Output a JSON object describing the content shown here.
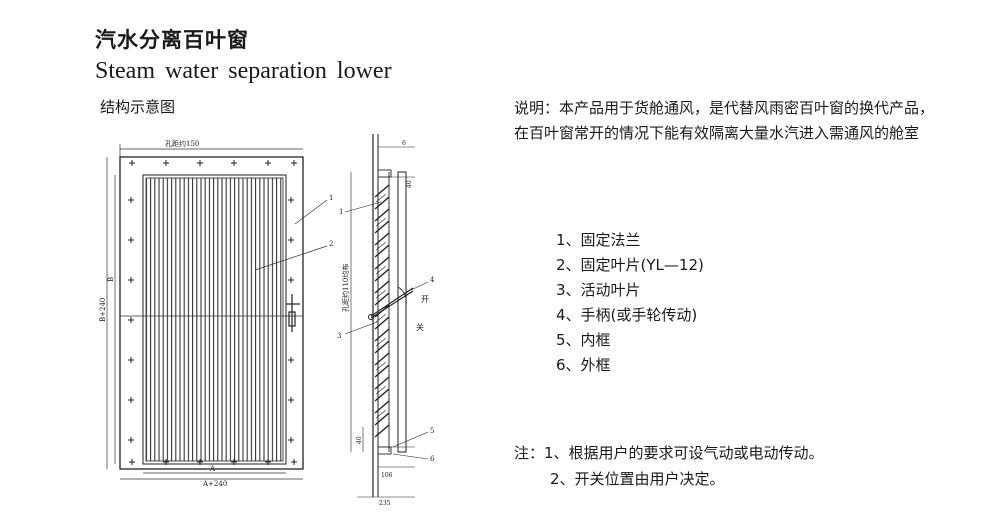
{
  "title_cn": "汽水分离百叶窗",
  "title_en": "Steam water separation lower",
  "subtitle": "结构示意图",
  "description": "说明：本产品用于货舱通风，是代替风雨密百叶窗的换代产品，在百叶窗常开的情况下能有效隔离大量水汽进入需通风的舱室",
  "parts": [
    "1、固定法兰",
    "2、固定叶片(YL—12)",
    "3、活动叶片",
    "4、手柄(或手轮传动)",
    "5、内框",
    "6、外框"
  ],
  "notes": {
    "line1": "注：1、根据用户的要求可设气动或电动传动。",
    "line2": "2、开关位置由用户决定。"
  },
  "drawing": {
    "front": {
      "hole_pitch": "孔距约150",
      "label_1": "1",
      "label_2": "2",
      "dim_b": "B+240",
      "dim_b_inner": "B",
      "dim_a": "A+240",
      "dim_a_inner": "A"
    },
    "side": {
      "label_1": "1",
      "label_3": "3",
      "label_4": "4",
      "label_5": "5",
      "label_6": "6",
      "hole_pitch_vertical": "孔距约110均布",
      "open": "开",
      "close": "关",
      "dim_6": "6",
      "dim_40_top": "40",
      "dim_40_bottom": "40",
      "dim_106": "106",
      "dim_235": "235"
    }
  }
}
